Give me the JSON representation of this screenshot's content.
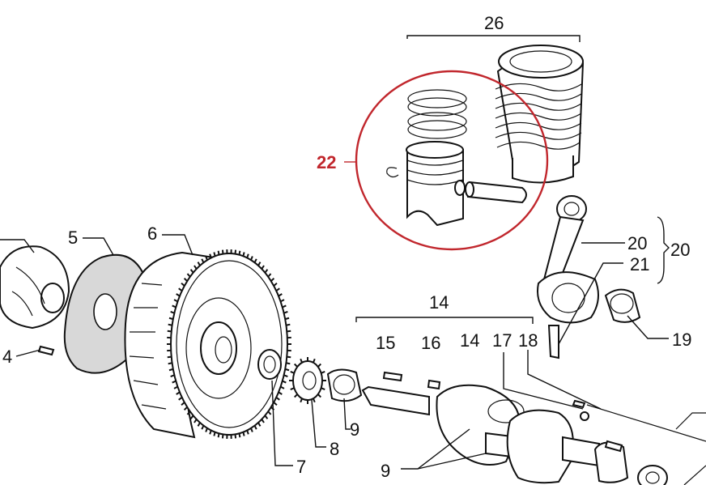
{
  "labels": {
    "l26": "26",
    "l22": "22",
    "l20a": "20",
    "l20b": "20",
    "l21": "21",
    "l19": "19",
    "l5": "5",
    "l6": "6",
    "l4": "4",
    "l14a": "14",
    "l15": "15",
    "l16": "16",
    "l14b": "14",
    "l17": "17",
    "l18": "18",
    "l7": "7",
    "l8": "8",
    "l9a": "9",
    "l9b": "9"
  },
  "colors": {
    "highlight": "#c1272d",
    "ink": "#111111"
  }
}
